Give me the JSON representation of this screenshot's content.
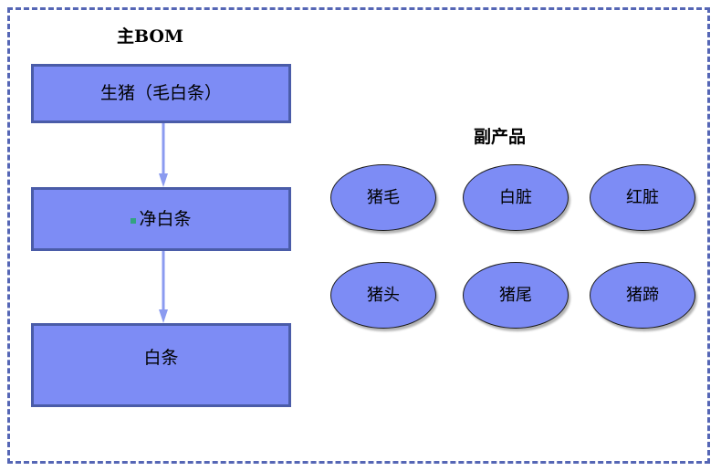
{
  "diagram": {
    "frame": {
      "border_style": "dashed",
      "border_color": "#5566b5"
    },
    "colors": {
      "shape_fill": "#7d8cf5",
      "box_border": "#4a5ca8",
      "ellipse_border": "#1a1a1a",
      "arrow": "#8b9bf0",
      "bullet": "#33a382",
      "frame_border": "#5566b5",
      "text": "#000000"
    },
    "main_bom": {
      "title": "主BOM",
      "steps": [
        {
          "id": "live-pig",
          "label": "生猪（毛白条）",
          "bullet": false
        },
        {
          "id": "clean-carcass",
          "label": "净白条",
          "bullet": true
        },
        {
          "id": "carcass",
          "label": "白条",
          "bullet": false
        }
      ],
      "arrows": [
        {
          "id": "arrow-1",
          "from": "live-pig",
          "to": "clean-carcass",
          "direction": "down"
        },
        {
          "id": "arrow-2",
          "from": "clean-carcass",
          "to": "carcass",
          "direction": "down"
        }
      ]
    },
    "byproducts": {
      "title": "副产品",
      "rows": [
        [
          {
            "id": "pig-hair",
            "label": "猪毛"
          },
          {
            "id": "white-offal",
            "label": "白脏"
          },
          {
            "id": "red-offal",
            "label": "红脏"
          }
        ],
        [
          {
            "id": "pig-head",
            "label": "猪头"
          },
          {
            "id": "pig-tail",
            "label": "猪尾"
          },
          {
            "id": "pig-trotter",
            "label": "猪蹄"
          }
        ]
      ]
    }
  }
}
